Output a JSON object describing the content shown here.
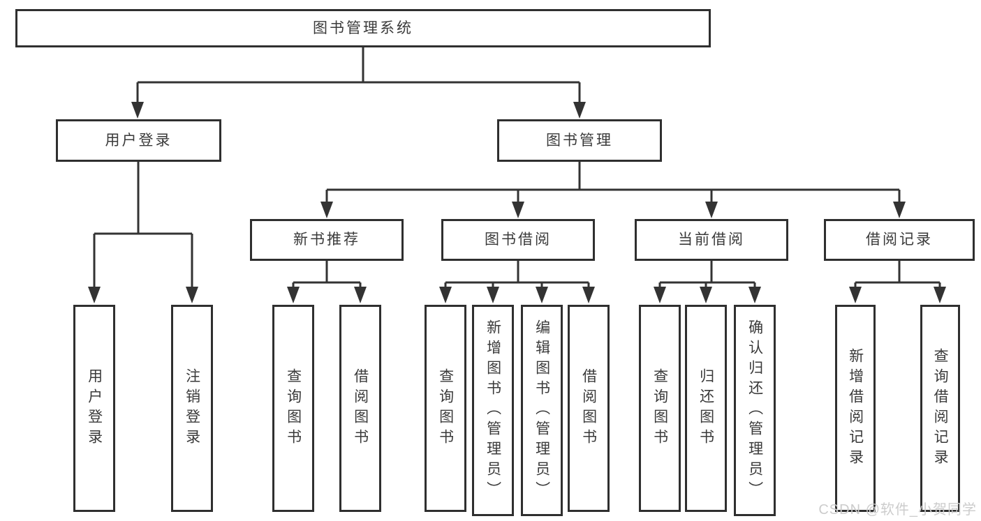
{
  "nodes": {
    "root": {
      "label": "图书管理系统"
    },
    "level2": [
      {
        "label": "用户登录"
      },
      {
        "label": "图书管理"
      }
    ],
    "level3": [
      {
        "label": "新书推荐"
      },
      {
        "label": "图书借阅"
      },
      {
        "label": "当前借阅"
      },
      {
        "label": "借阅记录"
      }
    ],
    "leaves": [
      {
        "label": "用户登录"
      },
      {
        "label": "注销登录"
      },
      {
        "label": "查询图书"
      },
      {
        "label": "借阅图书"
      },
      {
        "label": "查询图书"
      },
      {
        "label": "新增图书（管理员）"
      },
      {
        "label": "编辑图书（管理员）"
      },
      {
        "label": "借阅图书"
      },
      {
        "label": "查询图书"
      },
      {
        "label": "归还图书"
      },
      {
        "label": "确认归还（管理员）"
      },
      {
        "label": "新增借阅记录"
      },
      {
        "label": "查询借阅记录"
      }
    ]
  },
  "hierarchy": {
    "图书管理系统": [
      "用户登录",
      "图书管理"
    ],
    "用户登录": [
      "用户登录",
      "注销登录"
    ],
    "图书管理": [
      "新书推荐",
      "图书借阅",
      "当前借阅",
      "借阅记录"
    ],
    "新书推荐": [
      "查询图书",
      "借阅图书"
    ],
    "图书借阅": [
      "查询图书",
      "新增图书（管理员）",
      "编辑图书（管理员）",
      "借阅图书"
    ],
    "当前借阅": [
      "查询图书",
      "归还图书",
      "确认归还（管理员）"
    ],
    "借阅记录": [
      "新增借阅记录",
      "查询借阅记录"
    ]
  },
  "watermark": {
    "text": "CSDN @软件_小贺同学"
  },
  "colors": {
    "background": "#ffffff",
    "line": "#333333",
    "border": "#2f2f2f",
    "text": "#3a3a3a",
    "watermark": "#cccccc"
  }
}
